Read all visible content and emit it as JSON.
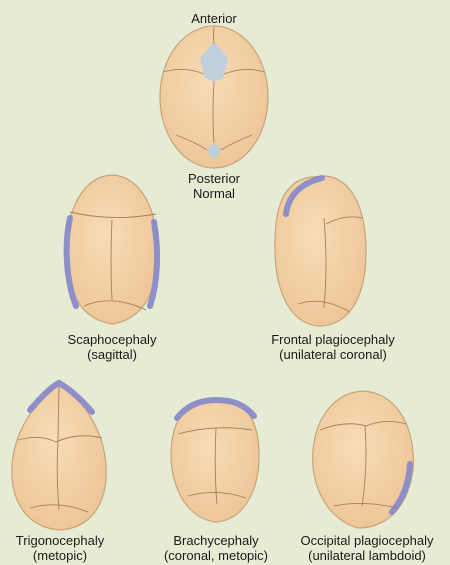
{
  "colors": {
    "background": "#e6ecd3",
    "skull_fill": "#f3d2a6",
    "skull_edge": "#c9a27a",
    "suture": "#a87e5a",
    "fused_suture_highlight": "#8e8fc9",
    "fontanelle": "#b7cfe0"
  },
  "labels": {
    "normal": {
      "top": "Anterior",
      "bottom_1": "Posterior",
      "bottom_2": "Normal"
    },
    "scaphocephaly": {
      "line1": "Scaphocephaly",
      "line2": "(sagittal)"
    },
    "frontal_plagiocephaly": {
      "line1": "Frontal plagiocephaly",
      "line2": "(unilateral coronal)"
    },
    "trigonocephaly": {
      "line1": "Trigonocephaly",
      "line2": "(metopic)"
    },
    "brachycephaly": {
      "line1": "Brachycephaly",
      "line2": "(coronal, metopic)"
    },
    "occipital_plagiocephaly": {
      "line1": "Occipital plagiocephaly",
      "line2": "(unilateral lambdoid)"
    }
  }
}
